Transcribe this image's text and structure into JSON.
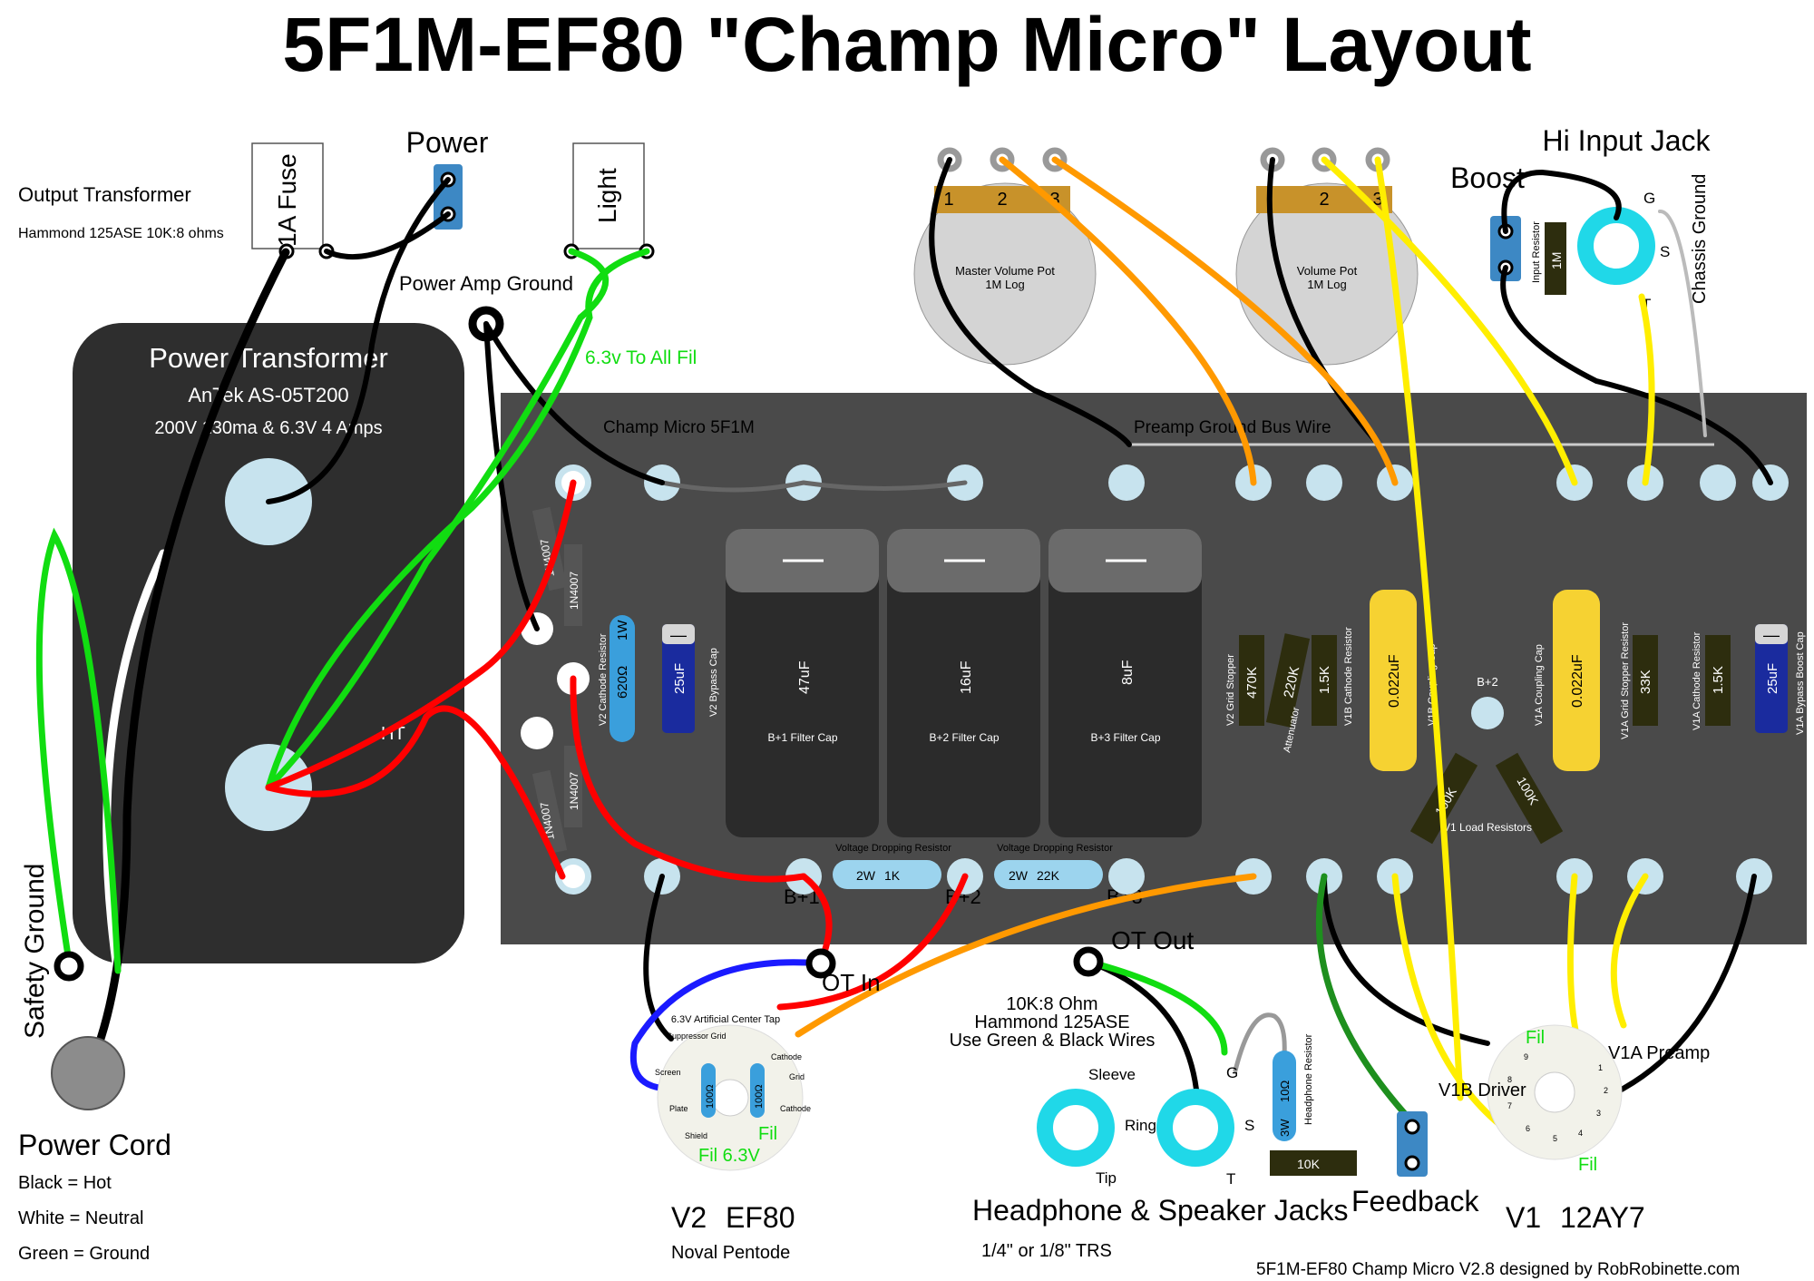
{
  "title": "5F1M-EF80 \"Champ Micro\" Layout",
  "colors": {
    "board": "#4a4a4a",
    "transformer": "#2e2e2e",
    "red": "#ff0000",
    "green": "#11dd11",
    "yellow": "#ffee00",
    "orange": "#ff9900",
    "blue": "#1a1aff",
    "cyan": "#20d8e8",
    "capBlue": "#1a2b9e",
    "capYellow": "#f6d232",
    "resDark": "#2d2d0e"
  },
  "output_transformer": {
    "label": "Output Transformer",
    "model": "Hammond 125ASE 10K:8 ohms"
  },
  "fuse": "1A Fuse",
  "power_switch": "Power",
  "light": "Light",
  "power_amp_ground": "Power Amp Ground",
  "filament_note": "6.3v To All Fil",
  "power_transformer": {
    "label": "Power Transformer",
    "model": "AnTek AS-05T200",
    "spec": "200V 130ma & 6.3V 4 Amps",
    "ht": "HT"
  },
  "safety_ground": "Safety Ground",
  "power_cord": {
    "label": "Power Cord",
    "black": "Black = Hot",
    "white": "White = Neutral",
    "green": "Green = Ground"
  },
  "board_name": "Champ Micro 5F1M",
  "preamp_ground": "Preamp Ground Bus Wire",
  "pots": [
    {
      "name": "Master Volume Pot",
      "taper": "1M Log",
      "lugs": [
        "1",
        "2",
        "3"
      ]
    },
    {
      "name": "Volume Pot",
      "taper": "1M Log",
      "lugs": [
        "2",
        "3"
      ]
    }
  ],
  "boost": "Boost",
  "hi_input": {
    "label": "Hi Input Jack",
    "g": "G",
    "s": "S",
    "t": "T",
    "resistor_label": "Input Resistor",
    "resistor_value": "1M"
  },
  "chassis_ground": "Chassis Ground",
  "diodes": [
    "1N4007",
    "1N4007",
    "1N4007",
    "1N4007"
  ],
  "v2_cathode_resistor": {
    "label": "V2 Cathode Resistor",
    "value": "620Ω",
    "watt": "1W"
  },
  "v2_bypass_cap": {
    "label": "V2 Bypass Cap",
    "value": "25uF",
    "mark": "—"
  },
  "filter_caps": [
    {
      "value": "47uF",
      "label": "B+1 Filter Cap",
      "mark": "—"
    },
    {
      "value": "16uF",
      "label": "B+2 Filter Cap",
      "mark": "—"
    },
    {
      "value": "8uF",
      "label": "B+3 Filter Cap",
      "mark": "—"
    }
  ],
  "dropping_resistors": [
    {
      "label": "Voltage Dropping Resistor",
      "watt": "2W",
      "value": "1K"
    },
    {
      "label": "Voltage Dropping Resistor",
      "watt": "2W",
      "value": "22K"
    }
  ],
  "bplus": [
    "B+1",
    "B+2",
    "B+3",
    "B+2"
  ],
  "v2_grid_stopper": {
    "label": "V2 Grid Stopper",
    "value": "470K"
  },
  "attenuator": {
    "label": "Attenuator",
    "value": "220K"
  },
  "v1b_cathode": {
    "label": "V1B Cathode Resistor",
    "value": "1.5K"
  },
  "v1b_coupling": {
    "label": "V1B Coupling Cap",
    "value": "0.022uF"
  },
  "v1a_coupling": {
    "label": "V1A Coupling Cap",
    "value": "0.022uF"
  },
  "v1a_grid_stopper": {
    "label": "V1A Grid Stopper Resistor",
    "value": "33K"
  },
  "v1a_cathode": {
    "label": "V1A Cathode Resistor",
    "value": "1.5K"
  },
  "v1a_bypass": {
    "label": "V1A Bypass Boost Cap",
    "value": "25uF",
    "mark": "—"
  },
  "load_resistors": {
    "label": "V1 Load Resistors",
    "values": [
      "100K",
      "100K"
    ]
  },
  "ot_in": "OT In",
  "ot_out": {
    "label": "OT Out",
    "line1": "10K:8 Ohm",
    "line2": "Hammond 125ASE",
    "line3": "Use Green & Black Wires"
  },
  "v2_socket": {
    "center_tap": "6.3V Artificial Center Tap",
    "pins": [
      "Suppressor Grid",
      "Screen",
      "Plate",
      "Shield",
      "Cathode",
      "Grid",
      "Cathode"
    ],
    "resistors": [
      "100Ω",
      "100Ω"
    ],
    "fil": "Fil",
    "fil_note": "Fil 6.3V",
    "name": "V2",
    "tube": "EF80",
    "desc": "Noval Pentode"
  },
  "headphone": {
    "sleeve": "Sleeve",
    "ring": "Ring",
    "tip": "Tip",
    "g": "G",
    "s": "S",
    "t": "T",
    "resistor_label": "Headphone Resistor",
    "resistor_value": "10Ω",
    "resistor_watt": "3W",
    "title": "Headphone & Speaker Jacks",
    "sub": "1/4\" or 1/8\" TRS"
  },
  "feedback": {
    "label": "Feedback",
    "value": "10K"
  },
  "v1_socket": {
    "fil_top": "Fil",
    "fil_bottom": "Fil",
    "v1a": "V1A Preamp",
    "v1b": "V1B Driver",
    "pins": [
      "1",
      "2",
      "3",
      "4",
      "5",
      "6",
      "7",
      "8",
      "9"
    ],
    "name": "V1",
    "tube": "12AY7"
  },
  "credit": "5F1M-EF80 Champ Micro V2.8 designed by RobRobinette.com"
}
